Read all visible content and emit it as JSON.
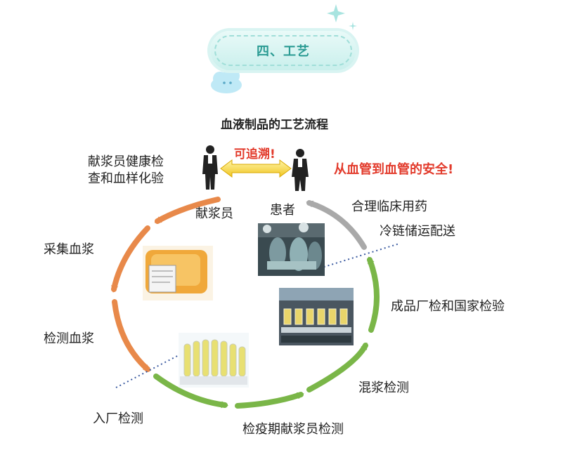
{
  "section_title": "四、工艺",
  "diagram_title": "血液制品的工艺流程",
  "traceable": "可追溯!",
  "slogan": "从血管到血管的安全!",
  "persons": {
    "donor": "献浆员",
    "patient": "患者"
  },
  "steps": {
    "health_check": [
      "献浆员健康检",
      "查和血样化验"
    ],
    "collect": "采集血浆",
    "test_plasma": "检测血浆",
    "incoming": "入厂检测",
    "quarantine": "检疫期献浆员检测",
    "mix_test": "混浆检测",
    "final_test": "成品厂检和国家检验",
    "cold_chain": "冷链储运配送",
    "rational_use": "合理临床用药"
  },
  "colors": {
    "orange": "#e8894a",
    "green": "#7ab648",
    "gray": "#a9a9a9",
    "accent_red": "#e23a2b",
    "teal": "#2a9b93"
  }
}
